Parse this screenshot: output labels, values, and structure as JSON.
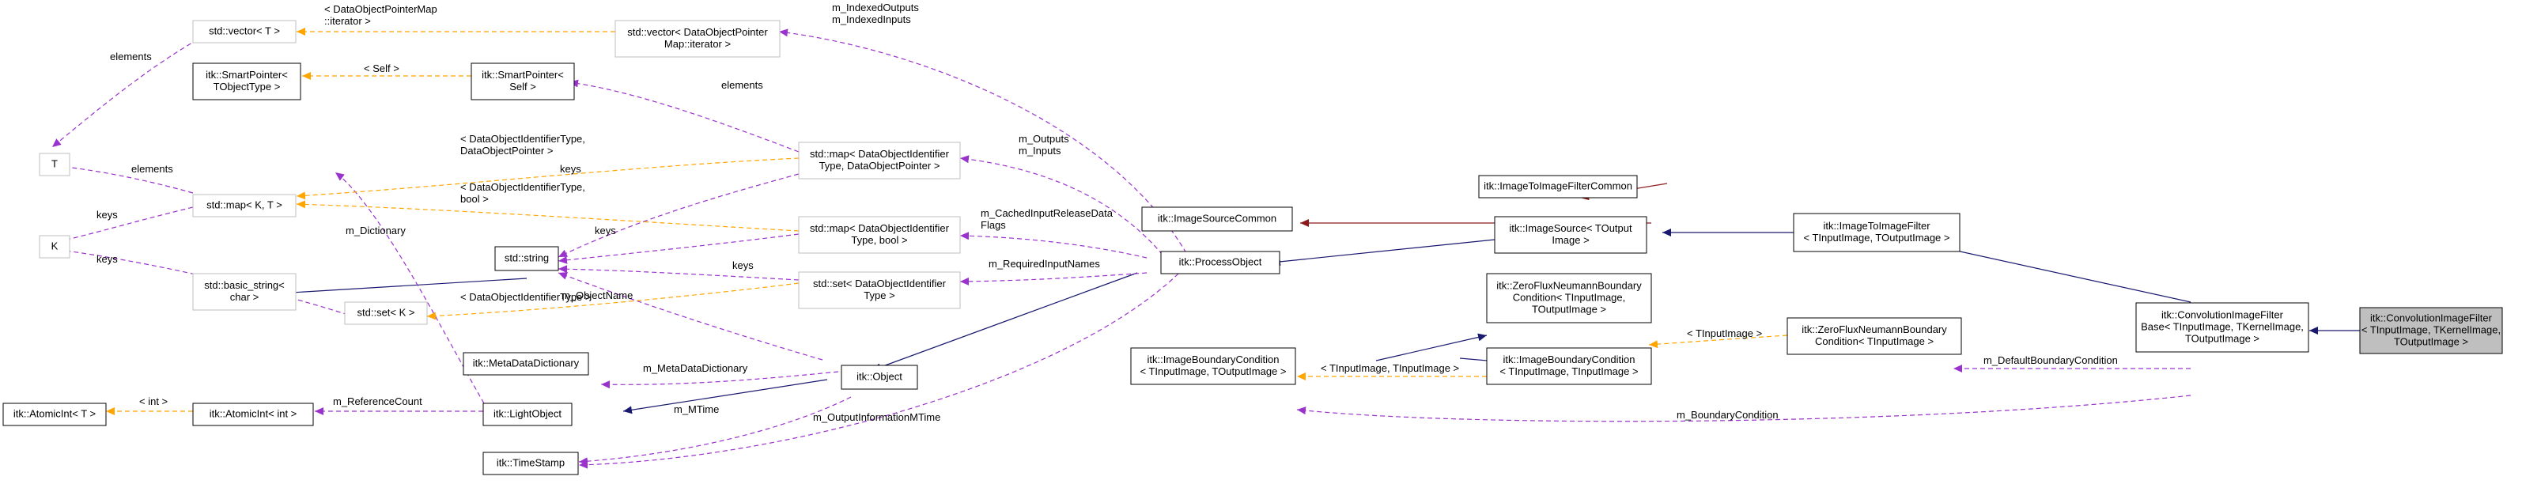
{
  "colors": {
    "inheritance": "#191970",
    "private_inheritance": "#8b1a1a",
    "usage": "#9a32cd",
    "template_instance": "#ffa500",
    "highlight_fill": "#bfbfbf",
    "template_border": "#bfbfbf"
  },
  "nodes": [
    {
      "id": "conv_filter",
      "lines": [
        "itk::ConvolutionImageFilter",
        "< TInputImage, TKernelImage,",
        "TOutputImage >"
      ],
      "style": "highlight"
    },
    {
      "id": "conv_base",
      "lines": [
        "itk::ConvolutionImageFilter",
        "Base< TInputImage, TKernelImage,",
        "TOutputImage >"
      ],
      "style": "normal"
    },
    {
      "id": "img_to_img",
      "lines": [
        "itk::ImageToImageFilter",
        "< TInputImage, TOutputImage >"
      ],
      "style": "normal"
    },
    {
      "id": "img_to_img_common",
      "lines": [
        "itk::ImageToImageFilterCommon"
      ],
      "style": "normal"
    },
    {
      "id": "img_source",
      "lines": [
        "itk::ImageSource< TOutput",
        "Image >"
      ],
      "style": "normal"
    },
    {
      "id": "img_source_common",
      "lines": [
        "itk::ImageSourceCommon"
      ],
      "style": "normal"
    },
    {
      "id": "process_object",
      "lines": [
        "itk::ProcessObject"
      ],
      "style": "normal"
    },
    {
      "id": "zero_flux_in",
      "lines": [
        "itk::ZeroFluxNeumannBoundary",
        "Condition< TInputImage >"
      ],
      "style": "normal"
    },
    {
      "id": "zero_flux_tmpl",
      "lines": [
        "itk::ZeroFluxNeumannBoundary",
        "Condition< TInputImage,",
        "TOutputImage >"
      ],
      "style": "normal"
    },
    {
      "id": "boundary_in_in",
      "lines": [
        "itk::ImageBoundaryCondition",
        "< TInputImage, TInputImage >"
      ],
      "style": "normal"
    },
    {
      "id": "boundary_in_out",
      "lines": [
        "itk::ImageBoundaryCondition",
        "< TInputImage, TOutputImage >"
      ],
      "style": "normal"
    },
    {
      "id": "object",
      "lines": [
        "itk::Object"
      ],
      "style": "normal"
    },
    {
      "id": "light_object",
      "lines": [
        "itk::LightObject"
      ],
      "style": "normal"
    },
    {
      "id": "atomic_int",
      "lines": [
        "itk::AtomicInt< int >"
      ],
      "style": "normal"
    },
    {
      "id": "atomic_t",
      "lines": [
        "itk::AtomicInt< T >"
      ],
      "style": "normal"
    },
    {
      "id": "timestamp",
      "lines": [
        "itk::TimeStamp"
      ],
      "style": "normal"
    },
    {
      "id": "meta_dict",
      "lines": [
        "itk::MetaDataDictionary"
      ],
      "style": "normal"
    },
    {
      "id": "std_string",
      "lines": [
        "std::string"
      ],
      "style": "normal"
    },
    {
      "id": "basic_string",
      "lines": [
        "std::basic_string<",
        "char >"
      ],
      "style": "template"
    },
    {
      "id": "map_kt",
      "lines": [
        "std::map< K, T >"
      ],
      "style": "template"
    },
    {
      "id": "set_k",
      "lines": [
        "std::set< K >"
      ],
      "style": "template"
    },
    {
      "id": "K",
      "lines": [
        "K"
      ],
      "style": "template"
    },
    {
      "id": "T",
      "lines": [
        "T"
      ],
      "style": "template"
    },
    {
      "id": "vector_t",
      "lines": [
        "std::vector< T >"
      ],
      "style": "template"
    },
    {
      "id": "smart_tobj",
      "lines": [
        "itk::SmartPointer<",
        "TObjectType >"
      ],
      "style": "normal"
    },
    {
      "id": "smart_self",
      "lines": [
        "itk::SmartPointer<",
        "Self >"
      ],
      "style": "normal"
    },
    {
      "id": "vector_iter",
      "lines": [
        "std::vector< DataObjectPointer",
        "Map::iterator >"
      ],
      "style": "template"
    },
    {
      "id": "map_dop",
      "lines": [
        "std::map< DataObjectIdentifier",
        "Type, DataObjectPointer >"
      ],
      "style": "template"
    },
    {
      "id": "map_bool",
      "lines": [
        "std::map< DataObjectIdentifier",
        "Type, bool >"
      ],
      "style": "template"
    },
    {
      "id": "set_doi",
      "lines": [
        "std::set< DataObjectIdentifier",
        "Type >"
      ],
      "style": "template"
    }
  ],
  "edge_labels": [
    {
      "id": "lbl_default_bc",
      "lines": [
        "m_DefaultBoundaryCondition"
      ]
    },
    {
      "id": "lbl_bc",
      "lines": [
        "m_BoundaryCondition"
      ]
    },
    {
      "id": "lbl_tinput",
      "lines": [
        "< TInputImage >"
      ]
    },
    {
      "id": "lbl_tinput_tinput",
      "lines": [
        "< TInputImage, TInputImage >"
      ]
    },
    {
      "id": "lbl_indexed",
      "lines": [
        "m_IndexedOutputs",
        "m_IndexedInputs"
      ]
    },
    {
      "id": "lbl_outputs",
      "lines": [
        "m_Outputs",
        "m_Inputs"
      ]
    },
    {
      "id": "lbl_cached",
      "lines": [
        "m_CachedInputReleaseData",
        "Flags"
      ]
    },
    {
      "id": "lbl_required",
      "lines": [
        "m_RequiredInputNames"
      ]
    },
    {
      "id": "lbl_output_mtime",
      "lines": [
        "m_OutputInformationMTime"
      ]
    },
    {
      "id": "lbl_dop_iter",
      "lines": [
        "< DataObjectPointerMap",
        "::iterator >"
      ]
    },
    {
      "id": "lbl_self",
      "lines": [
        "< Self >"
      ]
    },
    {
      "id": "lbl_elements_smart",
      "lines": [
        "elements"
      ]
    },
    {
      "id": "lbl_elements_vec",
      "lines": [
        "elements"
      ]
    },
    {
      "id": "lbl_elements_map",
      "lines": [
        "elements"
      ]
    },
    {
      "id": "lbl_doi_dop",
      "lines": [
        "< DataObjectIdentifierType,",
        "DataObjectPointer >"
      ]
    },
    {
      "id": "lbl_doi_bool",
      "lines": [
        "< DataObjectIdentifierType,",
        "bool >"
      ]
    },
    {
      "id": "lbl_doi",
      "lines": [
        "< DataObjectIdentifierType >"
      ]
    },
    {
      "id": "lbl_keys_map_dop",
      "lines": [
        "keys"
      ]
    },
    {
      "id": "lbl_keys_map_bool",
      "lines": [
        "keys"
      ]
    },
    {
      "id": "lbl_keys_set_doi",
      "lines": [
        "keys"
      ]
    },
    {
      "id": "lbl_keys_map_k",
      "lines": [
        "keys"
      ]
    },
    {
      "id": "lbl_keys_set_k",
      "lines": [
        "keys"
      ]
    },
    {
      "id": "lbl_dictionary",
      "lines": [
        "m_Dictionary"
      ]
    },
    {
      "id": "lbl_object_name",
      "lines": [
        "m_ObjectName"
      ]
    },
    {
      "id": "lbl_meta_dict",
      "lines": [
        "m_MetaDataDictionary"
      ]
    },
    {
      "id": "lbl_mtime",
      "lines": [
        "m_MTime"
      ]
    },
    {
      "id": "lbl_refcount",
      "lines": [
        "m_ReferenceCount"
      ]
    },
    {
      "id": "lbl_int",
      "lines": [
        "< int >"
      ]
    }
  ]
}
